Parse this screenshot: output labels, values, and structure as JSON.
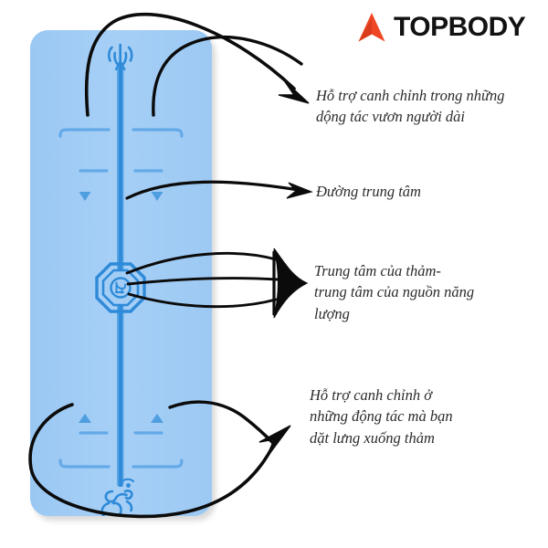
{
  "brand": {
    "name": "TOPBODY",
    "mark_icon": "chevron-up-mark-icon",
    "mark_color": "#ef4623",
    "text_color": "#121212"
  },
  "product": {
    "name": "yoga-mat",
    "mat_color": "#a3cdf5",
    "line_color": "#2e8ad8",
    "guide_line_color": "#64a9e8",
    "symbols": {
      "top": "trident-trishula-icon",
      "center": "mandala-medallion-icon",
      "bottom": "om-symbol-icon"
    }
  },
  "annotations": [
    {
      "id": "annotation-alignment-long-stretch",
      "text": "Hỗ trợ canh chỉnh trong những\ndộng tác vươn người dài",
      "arrow": "single-curved-arrow"
    },
    {
      "id": "annotation-center-line",
      "text": "Đường trung tâm",
      "arrow": "single-curved-arrow"
    },
    {
      "id": "annotation-mat-center-energy",
      "text": "Trung tâm của thảm-\ntrung tâm của nguồn năng\nlượng",
      "arrow": "triple-converging-arrow"
    },
    {
      "id": "annotation-alignment-lying-down",
      "text": "Hỗ trợ canh chỉnh ở\nnhững động tác mà bạn\ndặt lưng xuống thảm",
      "arrow": "double-curved-arrow"
    }
  ],
  "colors": {
    "background": "#ffffff",
    "arrow": "#0b0b0b",
    "text": "#2b2b2b"
  }
}
